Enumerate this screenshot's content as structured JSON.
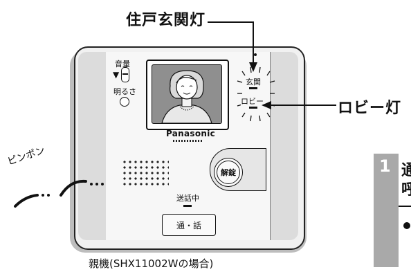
{
  "callouts": {
    "entrance_light": "住戸玄関灯",
    "lobby_light": "ロビー灯"
  },
  "device": {
    "brand": "Panasonic",
    "volume_label": "音量",
    "brightness_label": "明るさ",
    "entrance_indicator_label": "玄関",
    "lobby_indicator_label": "ロビー",
    "unlock_button_label": "解錠",
    "talking_label": "送話中",
    "talk_button_label": "通・話"
  },
  "chime_text": "ピンポン",
  "caption": "親機(SHX11002Wの場合)",
  "step": {
    "number": "1",
    "line1": "通",
    "line2": "呼"
  },
  "colors": {
    "device_body": "#eeeeee",
    "device_shadow": "#bdbdbd",
    "step_badge": "#a9a9a9"
  }
}
